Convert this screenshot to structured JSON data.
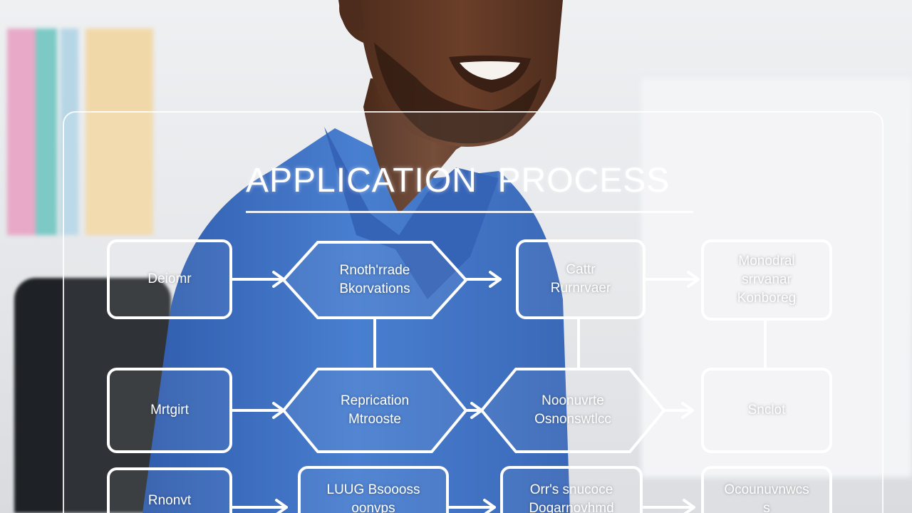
{
  "diagram": {
    "title": "APPLICATION  PROCESS",
    "nodes": [
      {
        "id": "r1c1",
        "shape": "rect",
        "lines": [
          "Deiomr"
        ]
      },
      {
        "id": "r1c2",
        "shape": "hex",
        "lines": [
          "Rnoth'rrade",
          "Bkorvations"
        ]
      },
      {
        "id": "r1c3",
        "shape": "rect",
        "lines": [
          "Cattr",
          "Rurnrvaer"
        ]
      },
      {
        "id": "r1c4",
        "shape": "rect",
        "lines": [
          "Monodral",
          "srrvanar",
          "Konboreg"
        ]
      },
      {
        "id": "r2c1",
        "shape": "rect",
        "lines": [
          "Mrtgirt"
        ]
      },
      {
        "id": "r2c2",
        "shape": "hex",
        "lines": [
          "Reprication",
          "Mtrooste"
        ]
      },
      {
        "id": "r2c3",
        "shape": "hex",
        "lines": [
          "Noonuvrte",
          "Osnonswtlcc"
        ]
      },
      {
        "id": "r2c4",
        "shape": "rect",
        "lines": [
          "Snclot"
        ]
      },
      {
        "id": "r3c1",
        "shape": "rect",
        "lines": [
          "Rnonvt"
        ]
      },
      {
        "id": "r3c2",
        "shape": "rect",
        "lines": [
          "LUUG  Bsoooss",
          "oonvps"
        ]
      },
      {
        "id": "r3c3",
        "shape": "rect",
        "lines": [
          "Orr's snucoce",
          "Doqarnovhmd"
        ]
      },
      {
        "id": "r3c4",
        "shape": "rect",
        "lines": [
          "Ocounuvnwcs",
          "s"
        ]
      }
    ]
  },
  "colors": {
    "line": "#ffffff",
    "shirt": "#2f62b8",
    "skin": "#5a3422"
  }
}
